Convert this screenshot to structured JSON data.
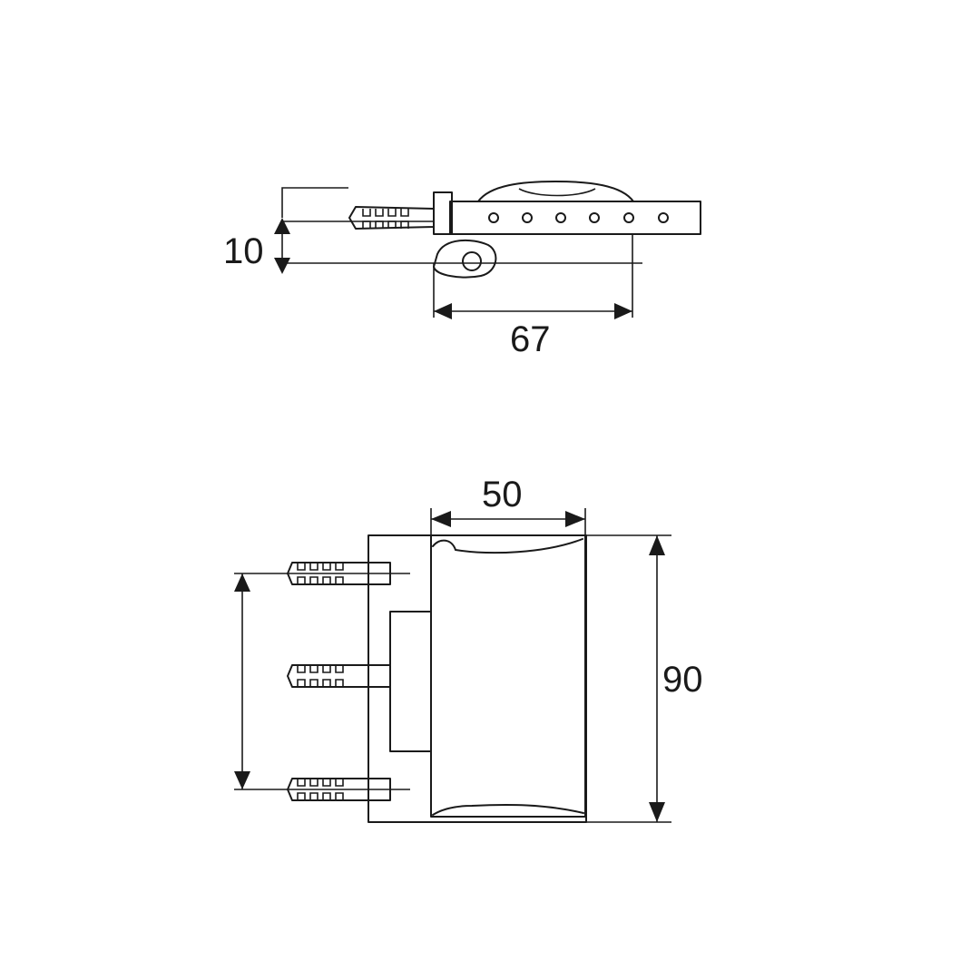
{
  "dimensions": {
    "top_height": "10",
    "top_width": "67",
    "bottom_width": "50",
    "bottom_height": "90"
  },
  "colors": {
    "line": "#1a1a1a",
    "background": "#ffffff"
  }
}
